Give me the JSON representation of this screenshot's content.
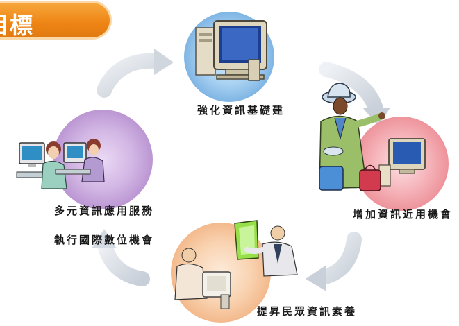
{
  "header": {
    "title": "目標"
  },
  "cycle": {
    "top_label": "強化資訊基礎建",
    "right_label": "增加資訊近用機會",
    "bottom_label": "提昇民眾資訊素養",
    "left_label_line1": "多元資訊應用服務",
    "left_label_line2": "執行國際數位機會"
  },
  "colors": {
    "title_bg": "#ee8414",
    "circle_top": "#8fc0e8",
    "circle_right": "#f2a3aa",
    "circle_bottom": "#f6c59c",
    "circle_left": "#c9a9dc",
    "arrow": "#d5dbe3"
  },
  "icons": {
    "top": "computer-monitor-icon",
    "right": "traveler-with-computer-icon",
    "bottom": "people-with-screen-icon",
    "left": "computer-users-icon"
  }
}
